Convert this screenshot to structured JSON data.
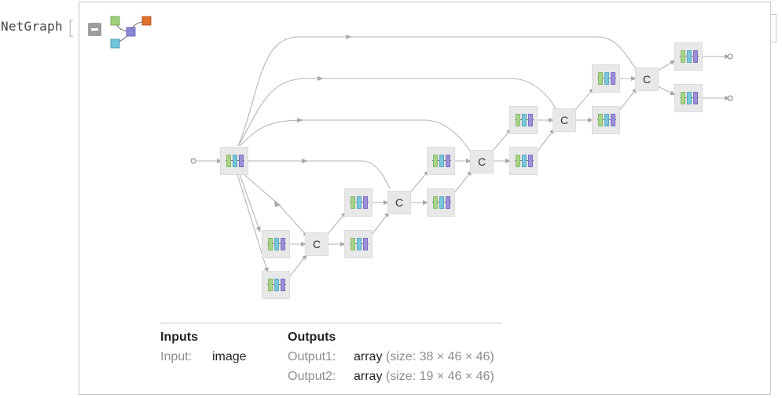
{
  "expression": {
    "head": "NetGraph",
    "open_bracket": "[",
    "close_bracket": "]"
  },
  "colors": {
    "conv_green": "#a8d489",
    "conv_cyan": "#79c5d9",
    "conv_purple": "#9c90d8",
    "icon_orange": "#e0702a",
    "node_bg": "#e8e8e8",
    "edge": "#b4b4b4"
  },
  "graph": {
    "concat_label": "C",
    "chain_layer_icon": "chain-layer-icon",
    "input_port_icon": "port-circle-icon",
    "output_port_icon": "port-circle-icon"
  },
  "summary": {
    "inputs_heading": "Inputs",
    "outputs_heading": "Outputs",
    "inputs": [
      {
        "name": "Input:",
        "type": "image",
        "size": ""
      }
    ],
    "outputs": [
      {
        "name": "Output1:",
        "type": "array",
        "size": "(size: 38 × 46 × 46)"
      },
      {
        "name": "Output2:",
        "type": "array",
        "size": "(size: 19 × 46 × 46)"
      }
    ]
  }
}
